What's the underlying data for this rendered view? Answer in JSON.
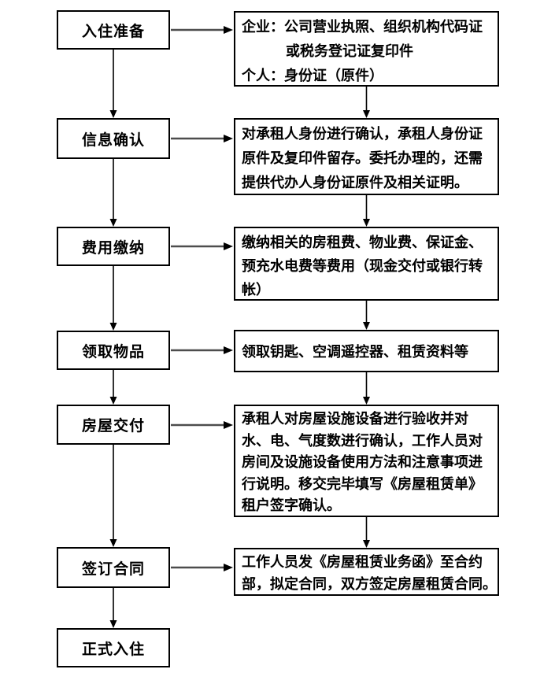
{
  "flowchart": {
    "kind": "process-flow",
    "colors": {
      "background": "#ffffff",
      "box_border": "#000000",
      "text": "#000000",
      "horizontal_arrow_line": "#4d4d4d",
      "vertical_arrow_line": "#000000",
      "arrowhead": "#000000"
    },
    "steps": [
      {
        "label": "入住准备",
        "detail_lines": [
          "企业：公司营业执照、组织机构代码证",
          "或税务登记证复印件",
          "个人：身份证（原件）"
        ]
      },
      {
        "label": "信息确认",
        "detail_lines": [
          "对承租人身份进行确认，承租人身份证",
          "原件及复印件留存。委托办理的，还需",
          "提供代办人身份证原件及相关证明。"
        ]
      },
      {
        "label": "费用缴纳",
        "detail_lines": [
          "缴纳相关的房租费、物业费、保证金、",
          "预充水电费等费用（现金交付或银行转",
          "帐）"
        ]
      },
      {
        "label": "领取物品",
        "detail_lines": [
          "领取钥匙、空调遥控器、租赁资料等"
        ]
      },
      {
        "label": "房屋交付",
        "detail_lines": [
          "承租人对房屋设施设备进行验收并对",
          "水、电、气度数进行确认，工作人员对",
          "房间及设施设备使用方法和注意事项进",
          "行说明。移交完毕填写《房屋租赁单》",
          "租户签字确认。"
        ]
      },
      {
        "label": "签订合同",
        "detail_lines": [
          "工作人员发《房屋租赁业务函》至合约",
          "部，拟定合同，双方签定房屋租赁合同。"
        ]
      },
      {
        "label": "正式入住",
        "detail_lines": []
      }
    ]
  }
}
